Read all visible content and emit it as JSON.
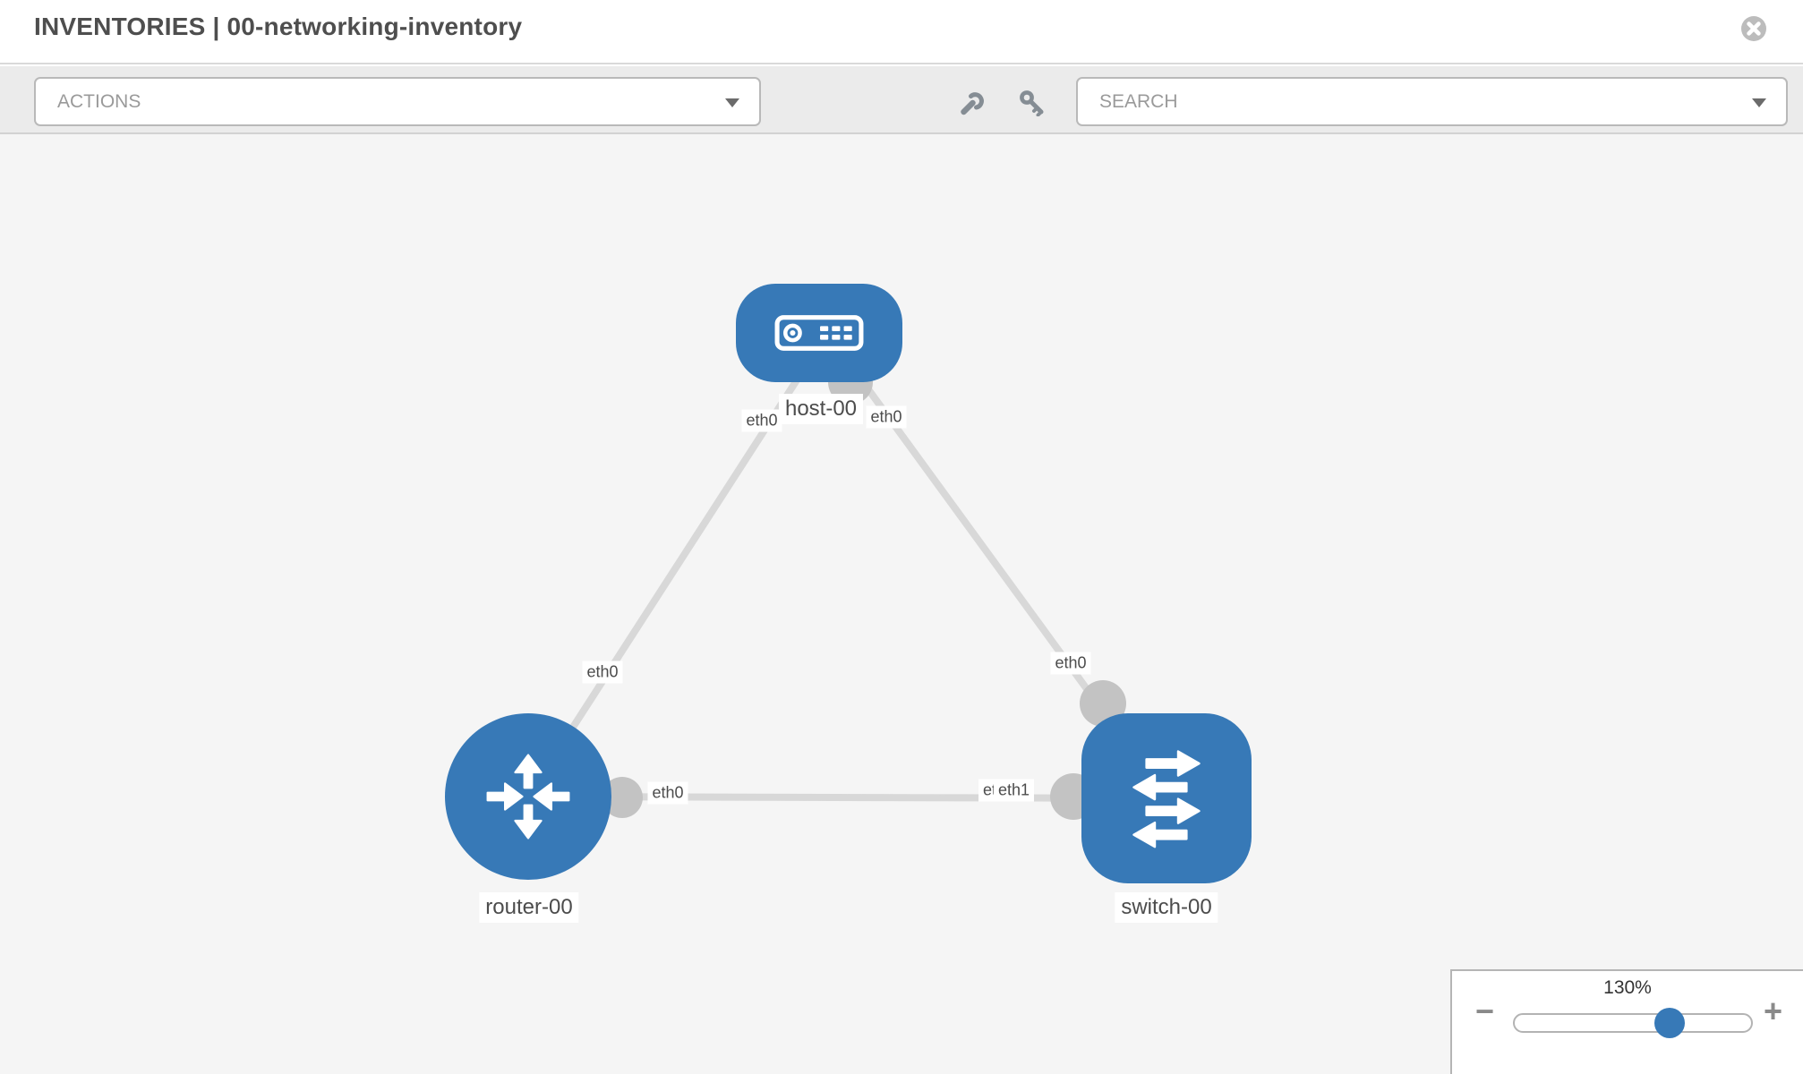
{
  "header": {
    "title": "INVENTORIES | 00-networking-inventory"
  },
  "toolbar": {
    "actions_label": "ACTIONS",
    "search_label": "SEARCH",
    "icons": [
      "wrench-icon",
      "key-icon"
    ]
  },
  "topology": {
    "nodes": [
      {
        "id": "host-00",
        "type": "host",
        "label": "host-00"
      },
      {
        "id": "router-00",
        "type": "router",
        "label": "router-00"
      },
      {
        "id": "switch-00",
        "type": "switch",
        "label": "switch-00"
      }
    ],
    "links": [
      {
        "source": "router-00",
        "target": "host-00",
        "source_interface": "eth0",
        "target_interface": "eth0"
      },
      {
        "source": "host-00",
        "target": "switch-00",
        "source_interface": "eth0",
        "target_interface": "eth0"
      },
      {
        "source": "router-00",
        "target": "switch-00",
        "source_interface": "eth0",
        "target_interface": "eth1",
        "target_interface_overlapped": "eth0"
      }
    ]
  },
  "zoom_control": {
    "level": "130%",
    "zoom_out": "−",
    "zoom_in": "+"
  },
  "colors": {
    "node_blue": "#3779b7",
    "edge_gray": "#d8d8d8",
    "port_gray": "#c3c3c3",
    "toolbar_bg": "#ebebeb",
    "canvas_bg": "#f5f5f5"
  }
}
